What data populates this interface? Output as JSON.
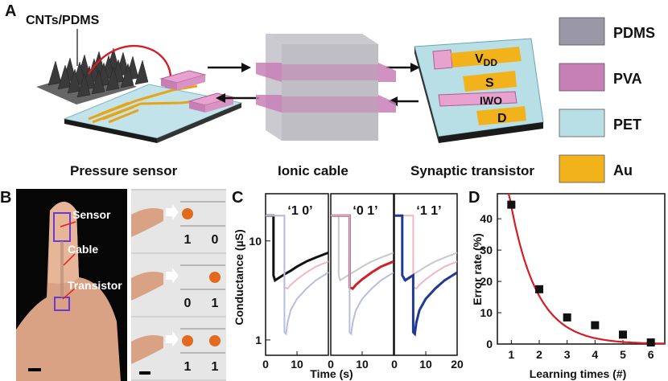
{
  "panel_labels": {
    "a": "A",
    "b": "B",
    "c": "C",
    "d": "D"
  },
  "panel_a": {
    "cnts_label": "CNTs/PDMS",
    "section_labels": [
      "Pressure sensor",
      "Ionic cable",
      "Synaptic transistor"
    ],
    "transistor_labels": {
      "vdd_main": "V",
      "vdd_sub": "DD",
      "s": "S",
      "iwo": "IWO",
      "d": "D"
    },
    "legend": [
      {
        "label": "PDMS",
        "color": "#9a97a6"
      },
      {
        "label": "PVA",
        "color": "#c77fb6"
      },
      {
        "label": "PET",
        "color": "#b9dfe6"
      },
      {
        "label": "Au",
        "color": "#f2b21c"
      }
    ]
  },
  "panel_b": {
    "labels": {
      "sensor": "Sensor",
      "cable": "Cable",
      "transistor": "Transistor"
    },
    "rows": [
      {
        "left": "1",
        "right": "0"
      },
      {
        "left": "0",
        "right": "1"
      },
      {
        "left": "1",
        "right": "1"
      }
    ]
  },
  "chart_data": [
    {
      "type": "line",
      "panel": "C",
      "xlabel": "Time (s)",
      "ylabel": "Conductance (µS)",
      "yscale": "log",
      "ylim": [
        0.7,
        30
      ],
      "xlim_per_subplot": [
        0,
        20
      ],
      "yticks": [
        1,
        10
      ],
      "xtick_labels": [
        "0",
        "10",
        "0",
        "10",
        "0",
        "10",
        "20"
      ],
      "subplots": [
        {
          "title": "‘1 0’",
          "active_color": "#111111",
          "series": [
            {
              "color": "#111111",
              "x": [
                0,
                2.5,
                2.5,
                3,
                4,
                6,
                8,
                10,
                13,
                16,
                20
              ],
              "y": [
                18,
                18,
                4.5,
                4.0,
                4.2,
                4.6,
                5.0,
                5.5,
                6.2,
                6.8,
                7.6
              ]
            },
            {
              "color": "#f3b6bd",
              "x": [
                0,
                6,
                6,
                7,
                8,
                10,
                13,
                16,
                20
              ],
              "y": [
                18,
                18,
                3.4,
                3.3,
                3.6,
                4.1,
                4.8,
                5.5,
                6.2
              ]
            },
            {
              "color": "#b8bde0",
              "x": [
                0,
                6,
                6,
                6.5,
                7,
                8,
                10,
                13,
                16,
                20
              ],
              "y": [
                18,
                18,
                1.2,
                1.15,
                1.5,
                2.0,
                2.6,
                3.3,
                4.0,
                4.8
              ]
            }
          ]
        },
        {
          "title": "‘0 1’",
          "active_color": "#d21f26",
          "series": [
            {
              "color": "#c8c8c8",
              "x": [
                0,
                2.5,
                2.5,
                3,
                4,
                6,
                8,
                10,
                13,
                16,
                20
              ],
              "y": [
                18,
                18,
                4.5,
                4.0,
                4.2,
                4.6,
                5.0,
                5.5,
                6.2,
                6.8,
                7.6
              ]
            },
            {
              "color": "#d21f26",
              "x": [
                0,
                6,
                6,
                7,
                8,
                10,
                13,
                16,
                20
              ],
              "y": [
                18,
                18,
                3.4,
                3.3,
                3.6,
                4.1,
                4.8,
                5.5,
                6.2
              ]
            },
            {
              "color": "#b8bde0",
              "x": [
                0,
                6,
                6,
                6.5,
                7,
                8,
                10,
                13,
                16,
                20
              ],
              "y": [
                18,
                18,
                1.2,
                1.15,
                1.5,
                2.0,
                2.6,
                3.3,
                4.0,
                4.8
              ]
            }
          ]
        },
        {
          "title": "‘1 1’",
          "active_color": "#1f3a93",
          "series": [
            {
              "color": "#c8c8c8",
              "x": [
                0,
                2.5,
                2.5,
                3,
                4,
                6,
                8,
                10,
                13,
                16,
                20
              ],
              "y": [
                18,
                18,
                4.5,
                4.0,
                4.2,
                4.6,
                5.0,
                5.5,
                6.2,
                6.8,
                7.6
              ]
            },
            {
              "color": "#f3b6bd",
              "x": [
                0,
                6,
                6,
                7,
                8,
                10,
                13,
                16,
                20
              ],
              "y": [
                18,
                18,
                3.4,
                3.3,
                3.6,
                4.1,
                4.8,
                5.5,
                6.2
              ]
            },
            {
              "color": "#1f3a93",
              "x": [
                0,
                2.5,
                2.5,
                3.5,
                5,
                6,
                6,
                6.5,
                7,
                8,
                10,
                13,
                16,
                20
              ],
              "y": [
                18,
                18,
                4.5,
                4.0,
                4.3,
                4.5,
                1.2,
                1.15,
                1.5,
                2.0,
                2.6,
                3.3,
                4.0,
                4.8
              ]
            }
          ]
        }
      ]
    },
    {
      "type": "scatter",
      "panel": "D",
      "xlabel": "Learning times (#)",
      "ylabel": "Error rate (%)",
      "xlim": [
        0.5,
        6.5
      ],
      "ylim": [
        0,
        48
      ],
      "xticks": [
        1,
        2,
        3,
        4,
        5,
        6
      ],
      "yticks": [
        0,
        10,
        20,
        30,
        40
      ],
      "points": {
        "x": [
          1,
          2,
          3,
          4,
          5,
          6
        ],
        "y": [
          44.5,
          17.5,
          8.5,
          6,
          3,
          0.5
        ]
      },
      "fit": {
        "color": "#d21f26",
        "model": "exponential decay",
        "a": 125.6,
        "b": 1.05
      }
    }
  ]
}
